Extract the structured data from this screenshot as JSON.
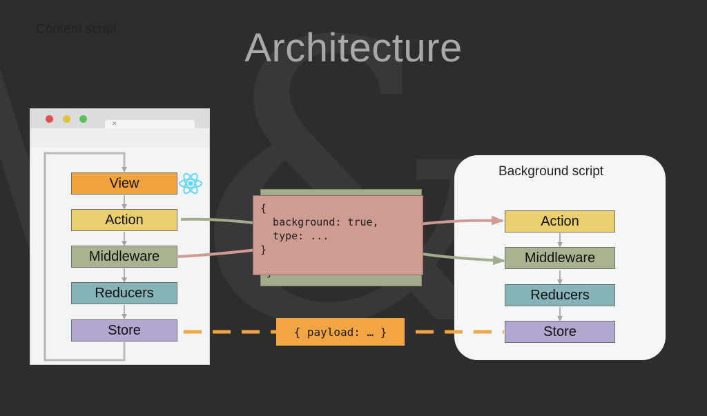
{
  "title": "Architecture",
  "content_script": {
    "title": "Content script",
    "boxes": {
      "view": "View",
      "action": "Action",
      "middleware": "Middleware",
      "reducers": "Reducers",
      "store": "Store"
    }
  },
  "background_script": {
    "title": "Background script",
    "boxes": {
      "action": "Action",
      "middleware": "Middleware",
      "reducers": "Reducers",
      "store": "Store"
    }
  },
  "message_card": {
    "back_text": "}",
    "lines": [
      "{",
      "  background: true,",
      "  type: ...",
      "}"
    ]
  },
  "payload_label": "{ payload: … }",
  "colors": {
    "view": "#f1a33f",
    "action": "#e9cf6d",
    "middleware": "#a9b38f",
    "reducers": "#86b3b8",
    "store": "#b1a7cf",
    "message": "#cf9c92",
    "payload": "#f3a443",
    "react_icon": "#61dafb"
  },
  "icons": [
    "react-icon",
    "window-close-icon"
  ]
}
